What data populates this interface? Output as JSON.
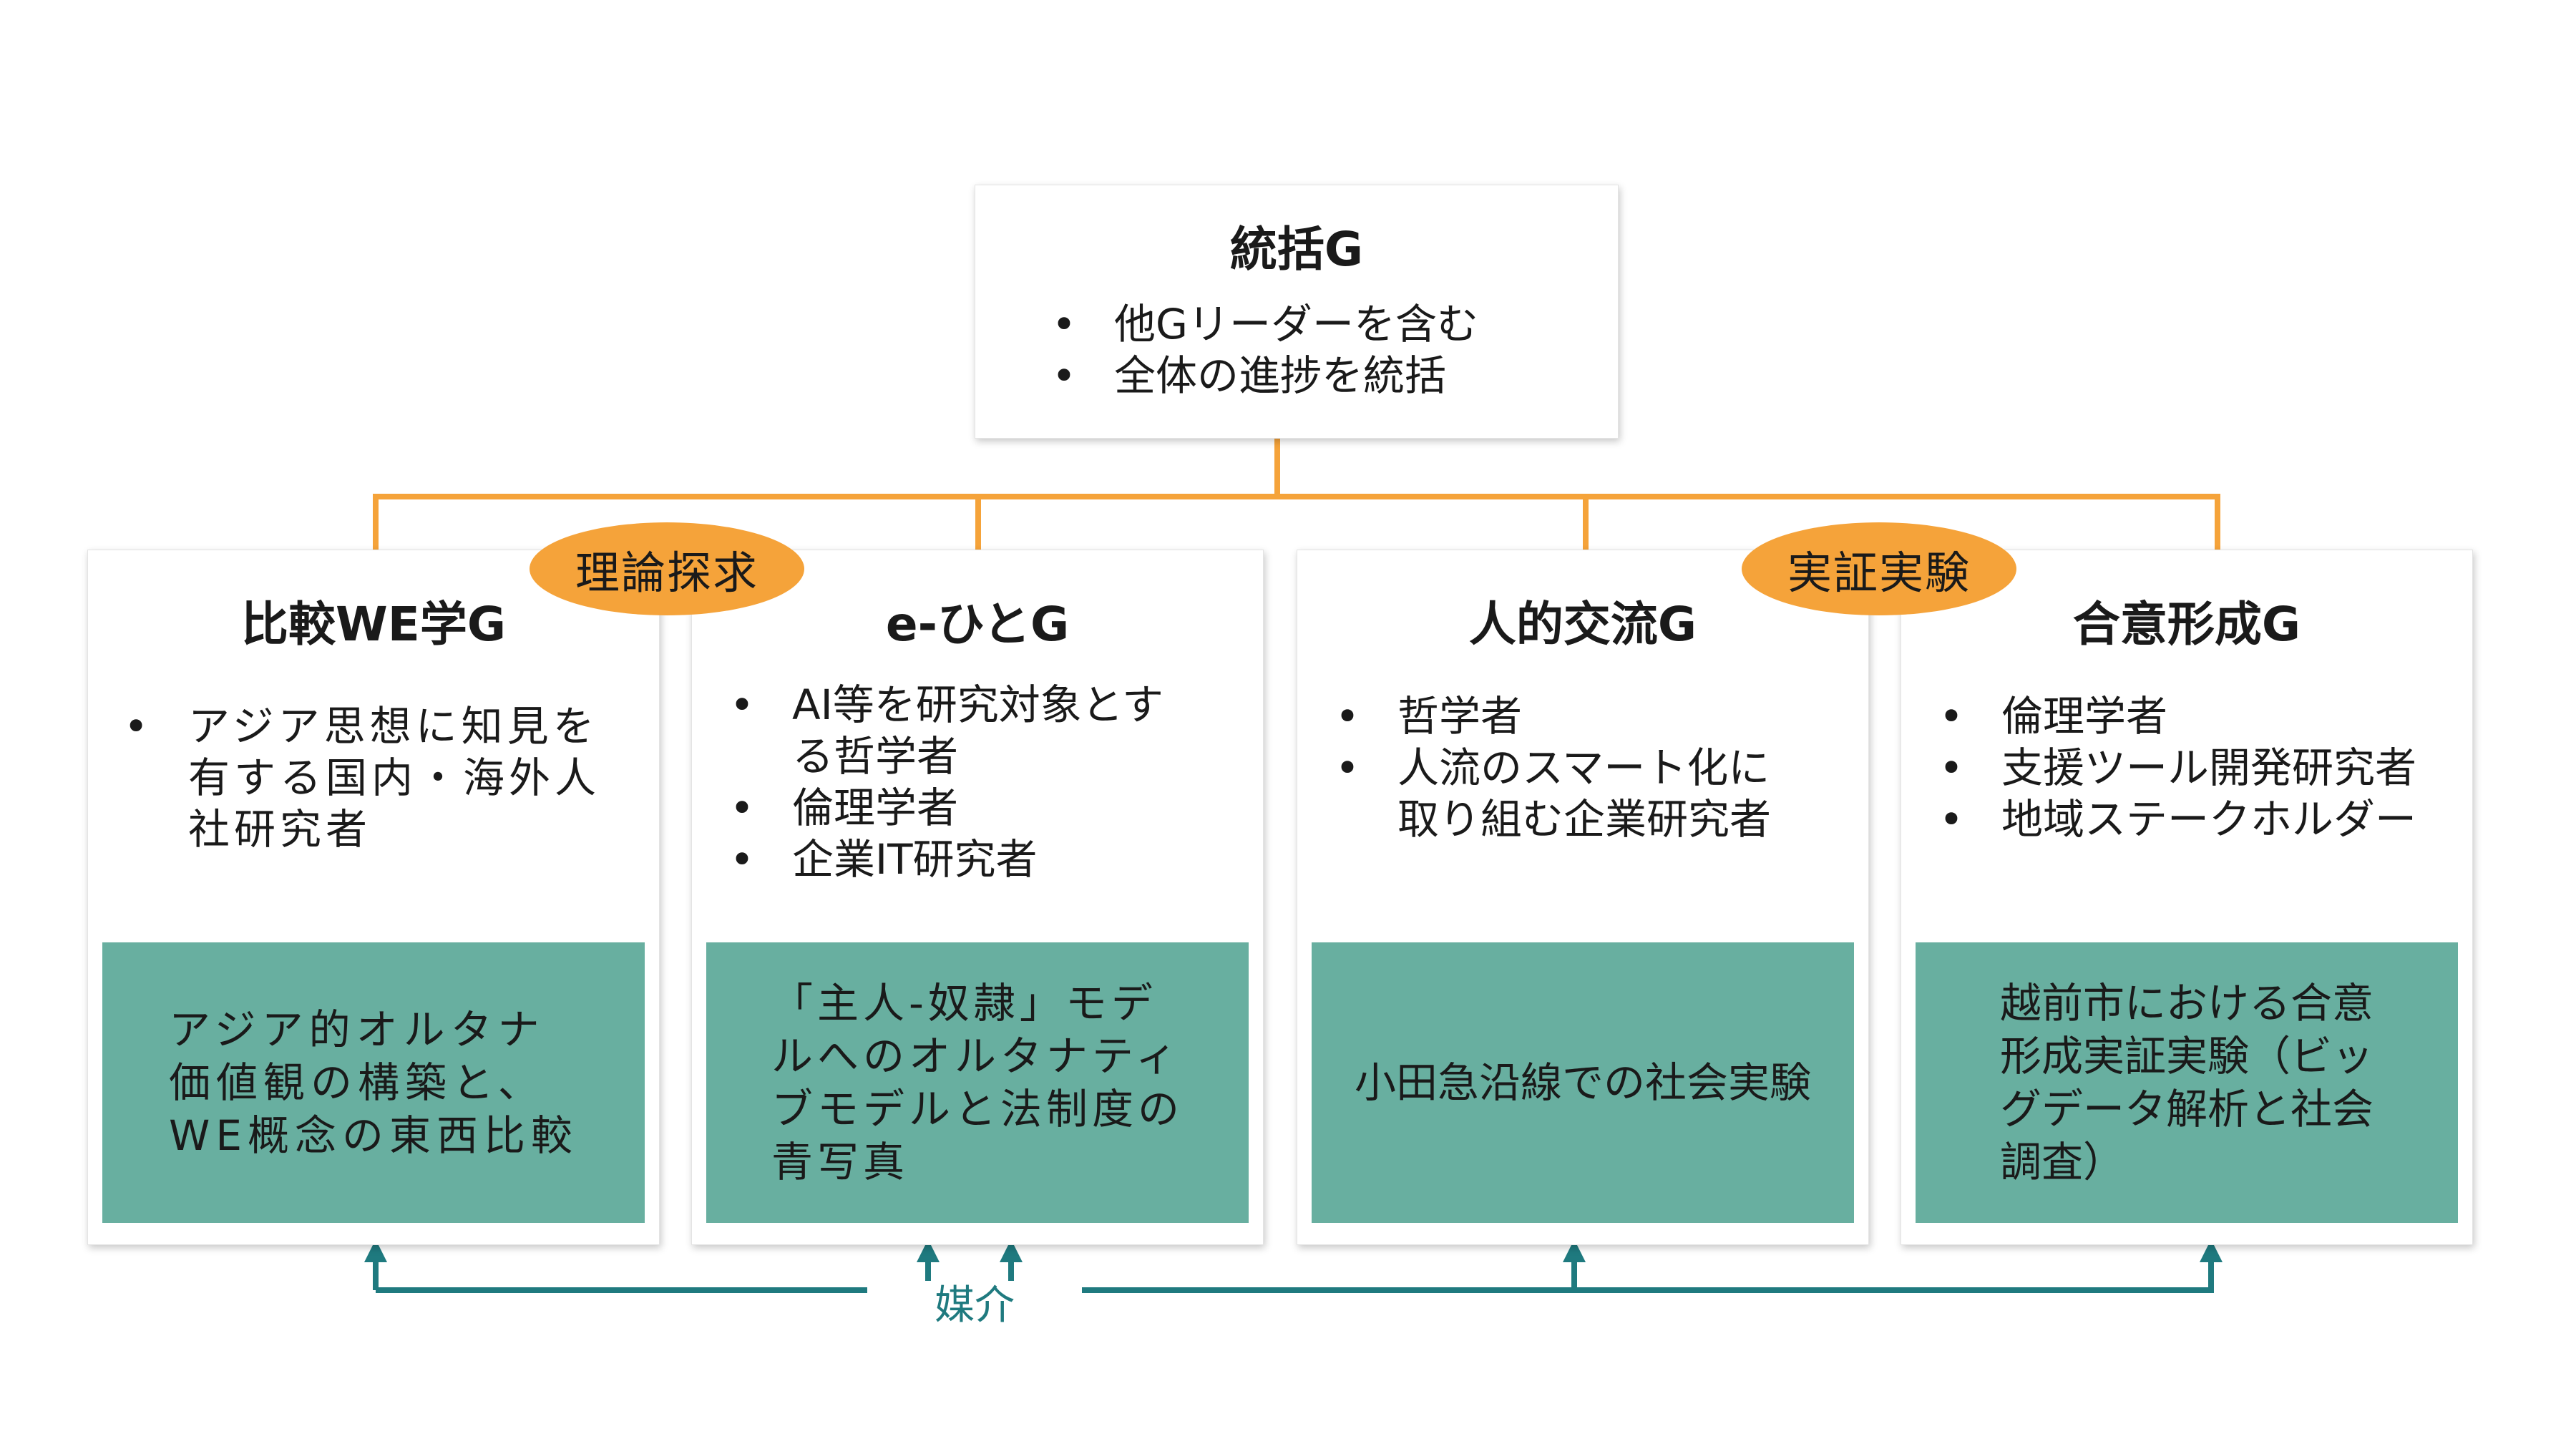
{
  "colors": {
    "orange": "#f5a33a",
    "teal_fill": "#68afa0",
    "teal_arrow": "#1f7a7f",
    "text": "#1a1a1a"
  },
  "top": {
    "title": "統括G",
    "bullets": [
      "他Gリーダーを含む",
      "全体の進捗を統括"
    ]
  },
  "ovals": [
    "理論探求",
    "実証実験"
  ],
  "groups": [
    {
      "title": "比較WE学G",
      "bullets": [
        "アジア思想に知見を\n有する国内・海外人\n社研究者"
      ],
      "box": "アジア的オルタナ\n価値観の構築と、\nWE概念の東西比較"
    },
    {
      "title": "e-ひとG",
      "bullets": [
        "AI等を研究対象とす\nる哲学者",
        "倫理学者",
        "企業IT研究者"
      ],
      "box": "「主人-奴隷」モデ\nルへのオルタナティ\nブモデルと法制度の\n青写真"
    },
    {
      "title": "人的交流G",
      "bullets": [
        "哲学者",
        "人流のスマート化に\n取り組む企業研究者"
      ],
      "box": "小田急沿線での社会実験"
    },
    {
      "title": "合意形成G",
      "bullets": [
        "倫理学者",
        "支援ツール開発研究者",
        "地域ステークホルダー"
      ],
      "box": "越前市における合意\n形成実証実験（ビッ\nグデータ解析と社会\n調査）"
    }
  ],
  "mediation_label": "媒介"
}
